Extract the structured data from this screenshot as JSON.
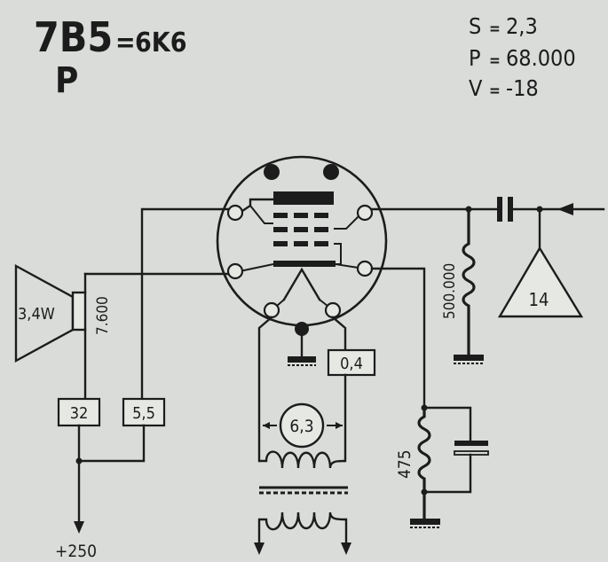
{
  "header": {
    "tube_code": "7B5",
    "equals_sign": "=",
    "equivalent": "6K6",
    "subtitle": "P",
    "params": [
      {
        "key": "S",
        "sep": "=",
        "value": "2,3"
      },
      {
        "key": "P",
        "sep": "=",
        "value": "68.000"
      },
      {
        "key": "V",
        "sep": "=",
        "value": "-18"
      }
    ]
  },
  "components": {
    "speaker_power": "3,4W",
    "output_transformer": "7.600",
    "resistor_32": "32",
    "resistor_5_5": "5,5",
    "cathode_resistor": "0,4",
    "heater_voltage": "6,3",
    "grid_resistor": "500.000",
    "input_stage": "14",
    "bias_resistor": "475",
    "supply": "+250"
  },
  "colors": {
    "ink": "#1c1c1c",
    "paper": "#d9dcd9",
    "box_fill": "#e6e8e4"
  }
}
